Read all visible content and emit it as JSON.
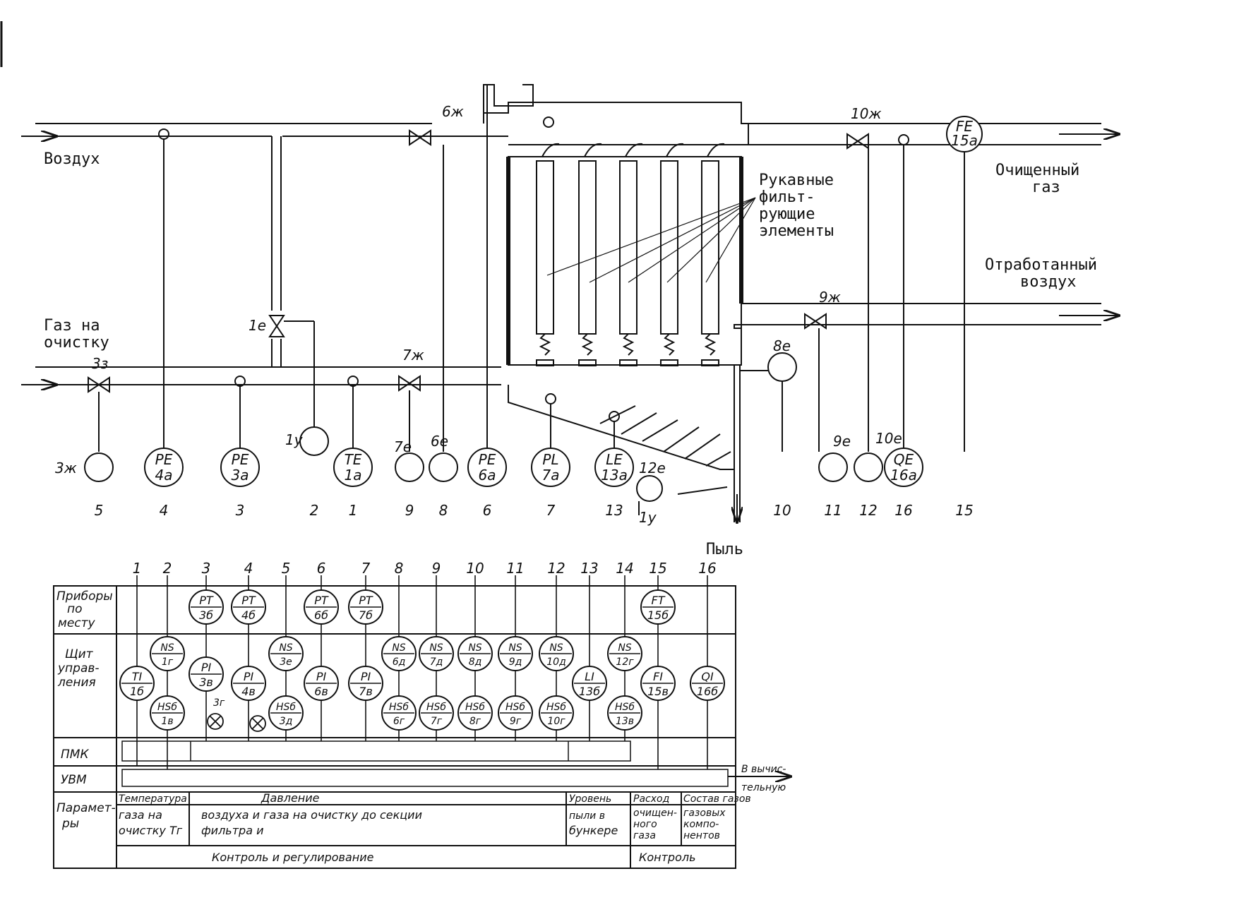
{
  "streams": {
    "air": "Воздух",
    "gas_in_1": "Газ на",
    "gas_in_2": "очистку",
    "clean_gas_1": "Очищенный",
    "clean_gas_2": "газ",
    "spent_air_1": "Отработанный",
    "spent_air_2": "воздух",
    "dust": "Пыль",
    "filter_1": "Рукавные",
    "filter_2": "фильт-",
    "filter_3": "рующие",
    "filter_4": "элементы"
  },
  "valves": [
    "6ж",
    "10ж",
    "1е",
    "7ж",
    "3з",
    "9ж"
  ],
  "field_tags": [
    "3ж",
    "1у",
    "7е",
    "6е",
    "8е",
    "12е",
    "9е",
    "10е",
    "1у"
  ],
  "bottom_instruments": [
    {
      "top": "",
      "bottom": "",
      "line": "5"
    },
    {
      "top": "PE",
      "bottom": "4a",
      "line": "4"
    },
    {
      "top": "PE",
      "bottom": "3a",
      "line": "3"
    },
    {
      "top": "",
      "bottom": "",
      "line": "2"
    },
    {
      "top": "TE",
      "bottom": "1a",
      "line": "1"
    },
    {
      "top": "",
      "bottom": "",
      "line": "9"
    },
    {
      "top": "",
      "bottom": "",
      "line": "8"
    },
    {
      "top": "PE",
      "bottom": "6a",
      "line": "6"
    },
    {
      "top": "PL",
      "bottom": "7a",
      "line": "7"
    },
    {
      "top": "LE",
      "bottom": "13a",
      "line": "13"
    },
    {
      "top": "",
      "bottom": "",
      "line": "10"
    },
    {
      "top": "",
      "bottom": "",
      "line": "11"
    },
    {
      "top": "",
      "bottom": "",
      "line": "12"
    },
    {
      "top": "QE",
      "bottom": "16a",
      "line": "16"
    },
    {
      "top": "FE",
      "bottom": "15a",
      "line": "15"
    }
  ],
  "table": {
    "column_numbers": [
      "1",
      "2",
      "3",
      "4",
      "5",
      "6",
      "7",
      "8",
      "9",
      "10",
      "11",
      "12",
      "13",
      "14",
      "15",
      "16"
    ],
    "row_labels": {
      "field_1": "Приборы",
      "field_2": "по",
      "field_3": "месту",
      "panel_1": "Щит",
      "panel_2": "управ-",
      "panel_3": "ления",
      "pmk": "ПМК",
      "uvm": "УВМ",
      "params_1": "Парамет-",
      "params_2": "ры"
    },
    "field_instruments": [
      {
        "top": "PT",
        "bottom": "3б"
      },
      {
        "top": "PT",
        "bottom": "4б"
      },
      {
        "top": "PT",
        "bottom": "6б"
      },
      {
        "top": "PT",
        "bottom": "7б"
      },
      {
        "top": "FT",
        "bottom": "15б"
      }
    ],
    "panel_upper": [
      {
        "top": "NS",
        "bottom": "1г"
      },
      {
        "top": "NS",
        "bottom": "3е"
      },
      {
        "top": "NS",
        "bottom": "6д"
      },
      {
        "top": "NS",
        "bottom": "7д"
      },
      {
        "top": "NS",
        "bottom": "8д"
      },
      {
        "top": "NS",
        "bottom": "9д"
      },
      {
        "top": "NS",
        "bottom": "10д"
      },
      {
        "top": "NS",
        "bottom": "12г"
      }
    ],
    "panel_middle": [
      {
        "top": "TI",
        "bottom": "1б"
      },
      {
        "top": "PI",
        "bottom": "3в"
      },
      {
        "top": "PI",
        "bottom": "4в"
      },
      {
        "top": "PI",
        "bottom": "6в"
      },
      {
        "top": "PI",
        "bottom": "7в"
      },
      {
        "top": "LI",
        "bottom": "13б"
      },
      {
        "top": "FI",
        "bottom": "15в"
      },
      {
        "top": "QI",
        "bottom": "16б"
      }
    ],
    "panel_lower": [
      {
        "top": "HSб",
        "bottom": "1в"
      },
      {
        "top": "HSб",
        "bottom": "3д"
      },
      {
        "top": "HSб",
        "bottom": "6г"
      },
      {
        "top": "HSб",
        "bottom": "7г"
      },
      {
        "top": "HSб",
        "bottom": "8г"
      },
      {
        "top": "HSб",
        "bottom": "9г"
      },
      {
        "top": "HSб",
        "bottom": "10г"
      },
      {
        "top": "HSб",
        "bottom": "13в"
      }
    ],
    "lamp_label": "3г",
    "to_computer_1": "В вычис-",
    "to_computer_2": "тельную",
    "params": {
      "temp_head": "Температура",
      "temp_1": "газа на",
      "temp_2": "очистку Tг",
      "pressure_head": "Давление",
      "pressure_1": "воздуха и газа на очистку до секции",
      "pressure_2": "фильтра и",
      "level_head": "Уровень",
      "level_1": "пыли в",
      "level_2": "бункере",
      "flow_head": "Расход",
      "flow_1": "очищен-",
      "flow_2": "ного",
      "flow_3": "газа",
      "comp_head": "Состав газов",
      "comp_1": "газовых",
      "comp_2": "компо-",
      "comp_3": "нентов",
      "control_reg": "Контроль и регулирование",
      "control": "Контроль"
    }
  }
}
